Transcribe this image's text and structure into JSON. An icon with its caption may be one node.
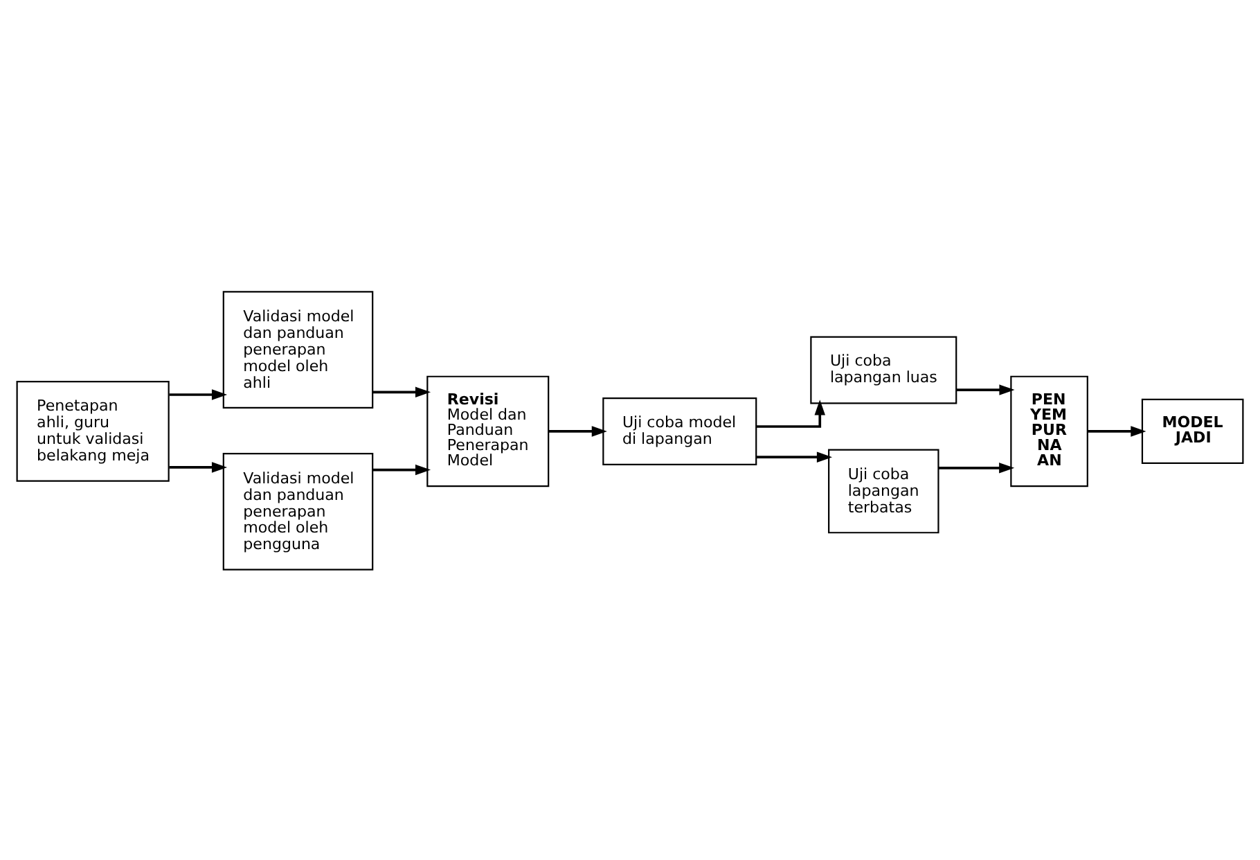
{
  "diagram": {
    "nodes": [
      {
        "text": [
          "Penetapan ahli, guru untuk validasi belakang meja"
        ]
      },
      {
        "text": [
          "Validasi model dan panduan penerapan model oleh ahli"
        ]
      },
      {
        "text": [
          "Validasi model dan panduan penerapan model oleh pengguna"
        ]
      },
      {
        "text": [
          "Revisi",
          "Model dan Panduan Penerapan Model"
        ]
      },
      {
        "text": [
          "Uji coba model di lapangan"
        ]
      },
      {
        "text": [
          "Uji coba lapangan luas"
        ]
      },
      {
        "text": [
          "Uji coba lapangan terbatas"
        ]
      },
      {
        "text": [
          "PEN YEM PUR NA AN"
        ]
      },
      {
        "text": [
          "MODEL JADI"
        ]
      }
    ],
    "edges": [
      {
        "from": 0,
        "to": 1,
        "arrow": "to"
      },
      {
        "from": 0,
        "to": 2,
        "arrow": "to"
      },
      {
        "from": 1,
        "to": 3,
        "arrow": "to"
      },
      {
        "from": 2,
        "to": 3,
        "arrow": "to"
      },
      {
        "from": 3,
        "to": 4,
        "arrow": "to"
      },
      {
        "from": 4,
        "to": 5,
        "arrow": "to"
      },
      {
        "from": 4,
        "to": 6,
        "arrow": "to"
      },
      {
        "from": 5,
        "to": 7,
        "arrow": "to"
      },
      {
        "from": 6,
        "to": 7,
        "arrow": "to"
      },
      {
        "from": 7,
        "to": 8,
        "arrow": "to"
      }
    ]
  }
}
